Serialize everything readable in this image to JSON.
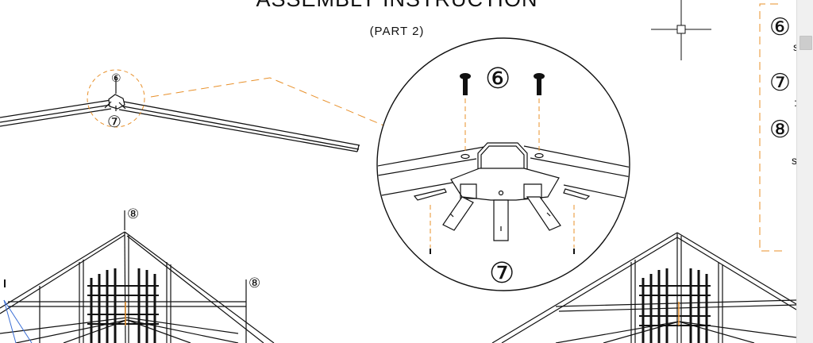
{
  "title": "ASSEMBLY INSTRUCTION",
  "subtitle": "(PART 2)",
  "callouts": {
    "top_screw": "⑥",
    "bottom_screw": "⑦",
    "ridge_bolt": "⑧"
  },
  "detail": {
    "label_top": "⑥",
    "label_bottom": "⑦"
  },
  "side_panel": {
    "items": [
      {
        "number": "⑥",
        "text": "s"
      },
      {
        "number": "⑦",
        "text": ":"
      },
      {
        "number": "⑧",
        "text": "s"
      }
    ]
  },
  "colors": {
    "line": "#111111",
    "leader": "#e8902a",
    "selection": "#3b6fd6"
  },
  "cursor": "crosshair-cursor"
}
